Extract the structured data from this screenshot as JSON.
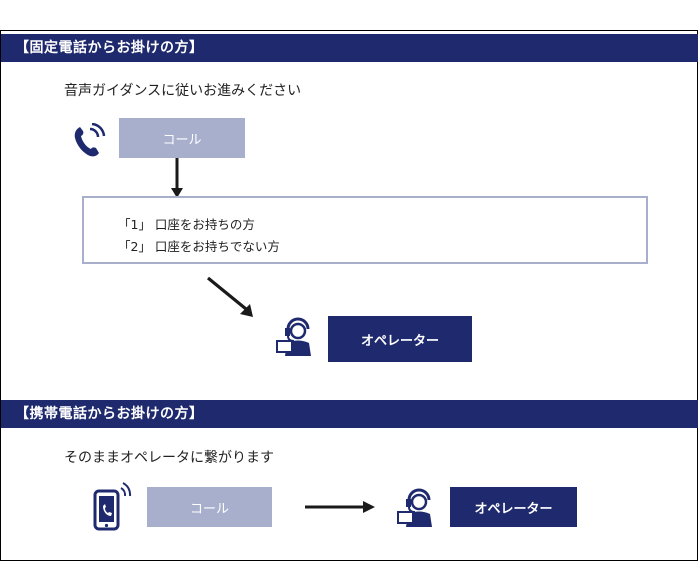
{
  "landline": {
    "header": "【固定電話からお掛けの方】",
    "instruction": "音声ガイダンスに従いお進みください",
    "call_label": "コール",
    "options": [
      "「1」 口座をお持ちの方",
      "「2」 口座をお持ちでない方"
    ],
    "operator_label": "オペレーター"
  },
  "mobile": {
    "header": "【携帯電話からお掛けの方】",
    "instruction": "そのままオペレータに繋がります",
    "call_label": "コール",
    "operator_label": "オペレーター"
  },
  "colors": {
    "navy": "#1f2a6e",
    "light": "#a7afcd"
  },
  "icons": [
    "telephone-receiver-icon",
    "operator-headset-icon",
    "mobile-phone-icon"
  ]
}
